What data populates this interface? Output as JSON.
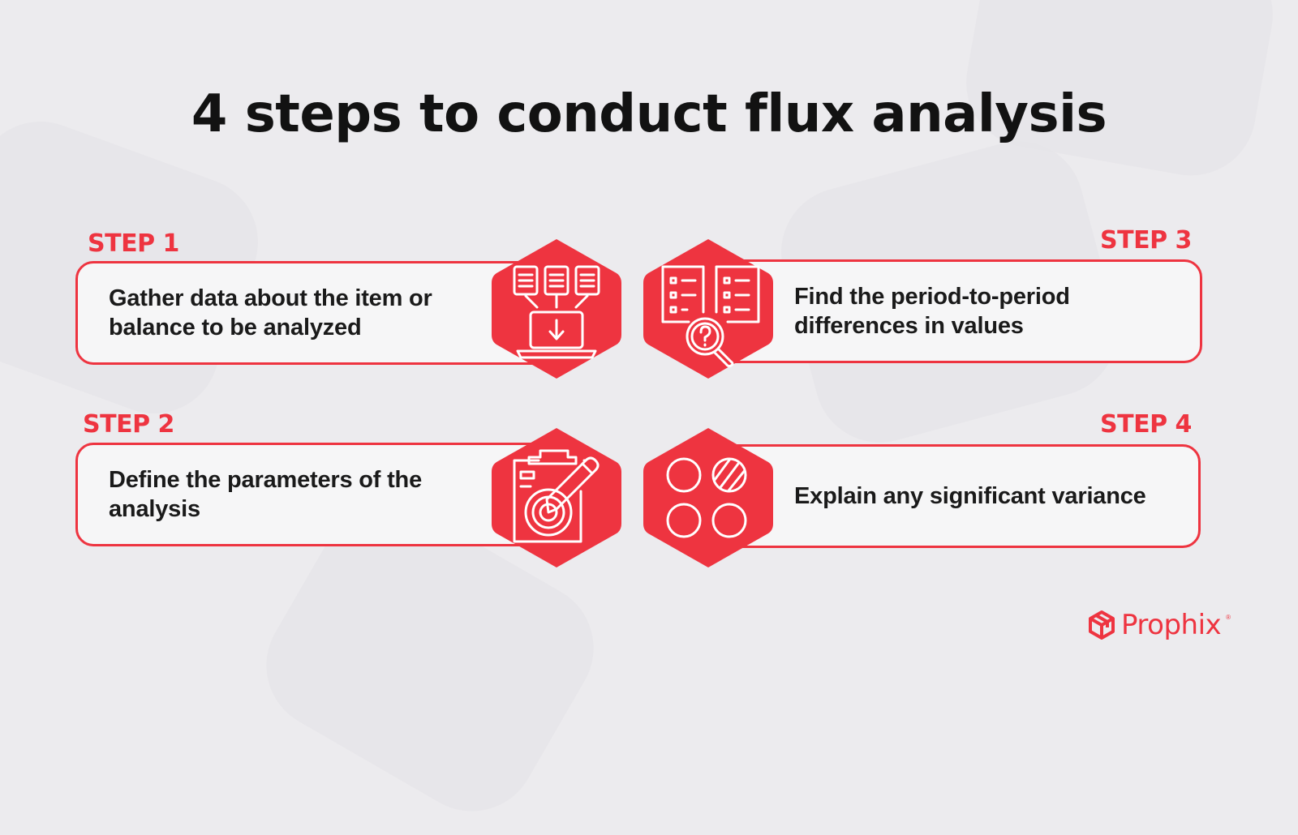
{
  "title": "4 steps to conduct flux analysis",
  "colors": {
    "accent": "#ee3440",
    "background": "#ecebee",
    "card": "#f6f6f7",
    "text": "#1a1a1a"
  },
  "steps": [
    {
      "label": "STEP 1",
      "text_line1": "Gather data about the item or",
      "text_line2": "balance to be analyzed",
      "icon": "documents-to-laptop-download-icon"
    },
    {
      "label": "STEP 2",
      "text_line1": "Define the parameters of the",
      "text_line2": "analysis",
      "icon": "clipboard-target-pencil-icon"
    },
    {
      "label": "STEP 3",
      "text_line1": "Find the period-to-period",
      "text_line2": "differences in values",
      "icon": "checklists-magnifier-question-icon"
    },
    {
      "label": "STEP 4",
      "text_line1": "Explain any significant variance",
      "text_line2": "",
      "icon": "four-circles-one-hatched-icon"
    }
  ],
  "logo": {
    "name": "Prophix",
    "mark": "®"
  }
}
